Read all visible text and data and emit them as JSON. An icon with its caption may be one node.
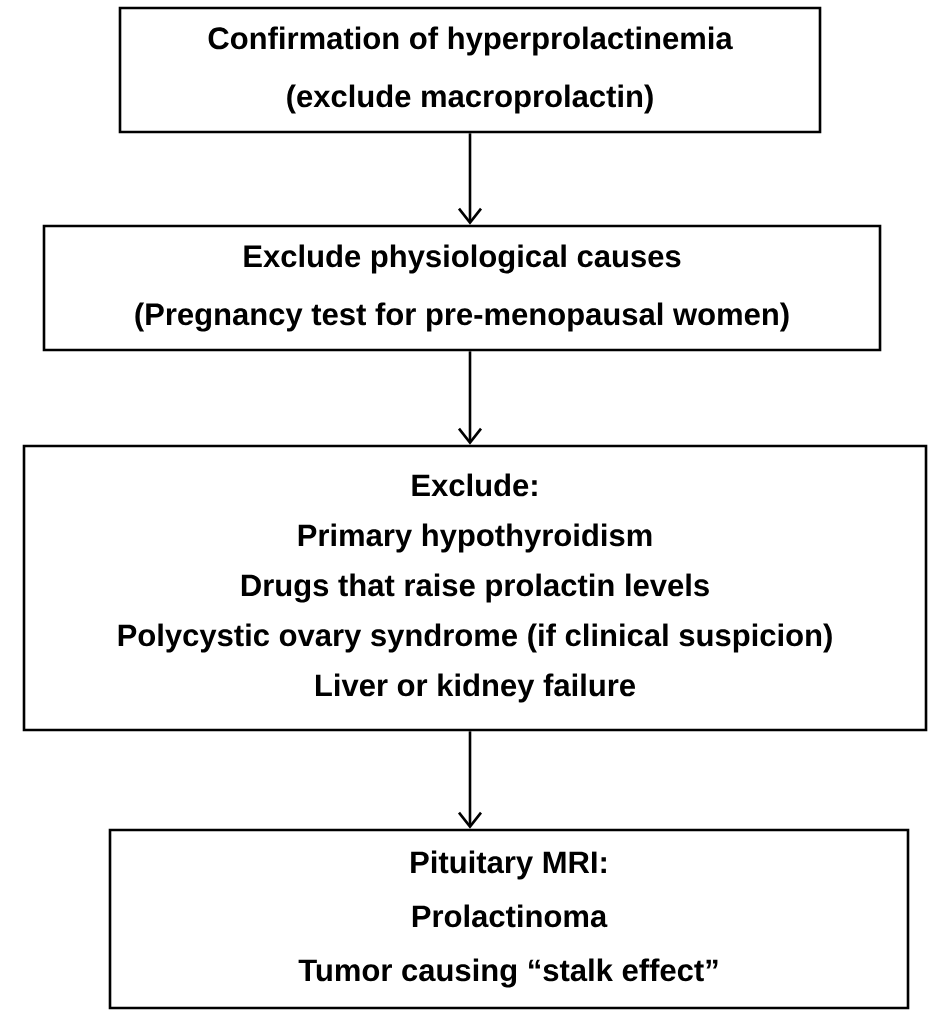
{
  "diagram": {
    "nodes": [
      {
        "text": [
          "Confirmation of hyperprolactinemia",
          "(exclude macroprolactin)"
        ]
      },
      {
        "text": [
          "Exclude physiological causes",
          "(Pregnancy test for pre-menopausal women)"
        ]
      },
      {
        "text": [
          "Exclude:",
          "Primary hypothyroidism",
          "Drugs that raise prolactin levels",
          "Polycystic ovary syndrome (if clinical suspicion)",
          "Liver or kidney failure"
        ]
      },
      {
        "text": [
          "Pituitary MRI:",
          "Prolactinoma",
          "Tumor causing “stalk effect”"
        ]
      }
    ],
    "edges": [
      {
        "from": 0,
        "to": 1,
        "arrow": "to"
      },
      {
        "from": 1,
        "to": 2,
        "arrow": "to"
      },
      {
        "from": 2,
        "to": 3,
        "arrow": "to"
      }
    ]
  }
}
